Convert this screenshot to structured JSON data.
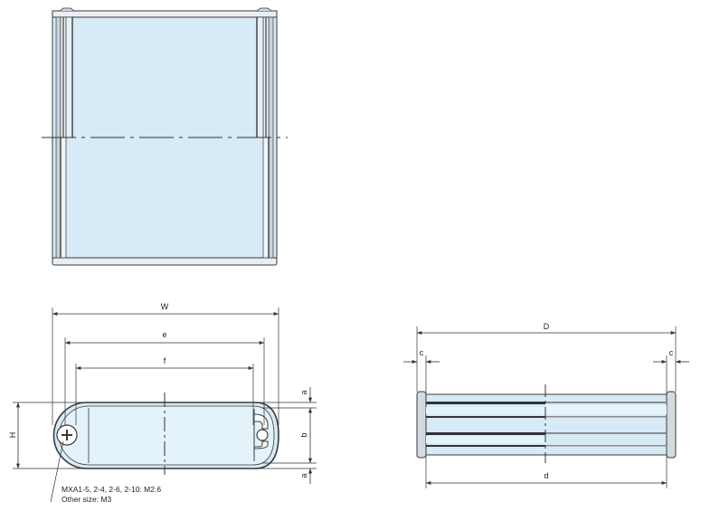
{
  "dimensions": {
    "W": "W",
    "e": "e",
    "f": "f",
    "H": "H",
    "a_top": "a",
    "b": "b",
    "a_bottom": "a",
    "D": "D",
    "c_left": "c",
    "c_right": "c",
    "d": "d"
  },
  "screw_note": {
    "line1": "MXA1-5, 2-4, 2-6, 2-10: M2.6",
    "line2": "Other size: M3"
  },
  "colors": {
    "fill": "#d6ebf6",
    "fill_light": "#e4f2fa",
    "outline": "#3a3a3a",
    "rail": "#8a8a8a"
  }
}
